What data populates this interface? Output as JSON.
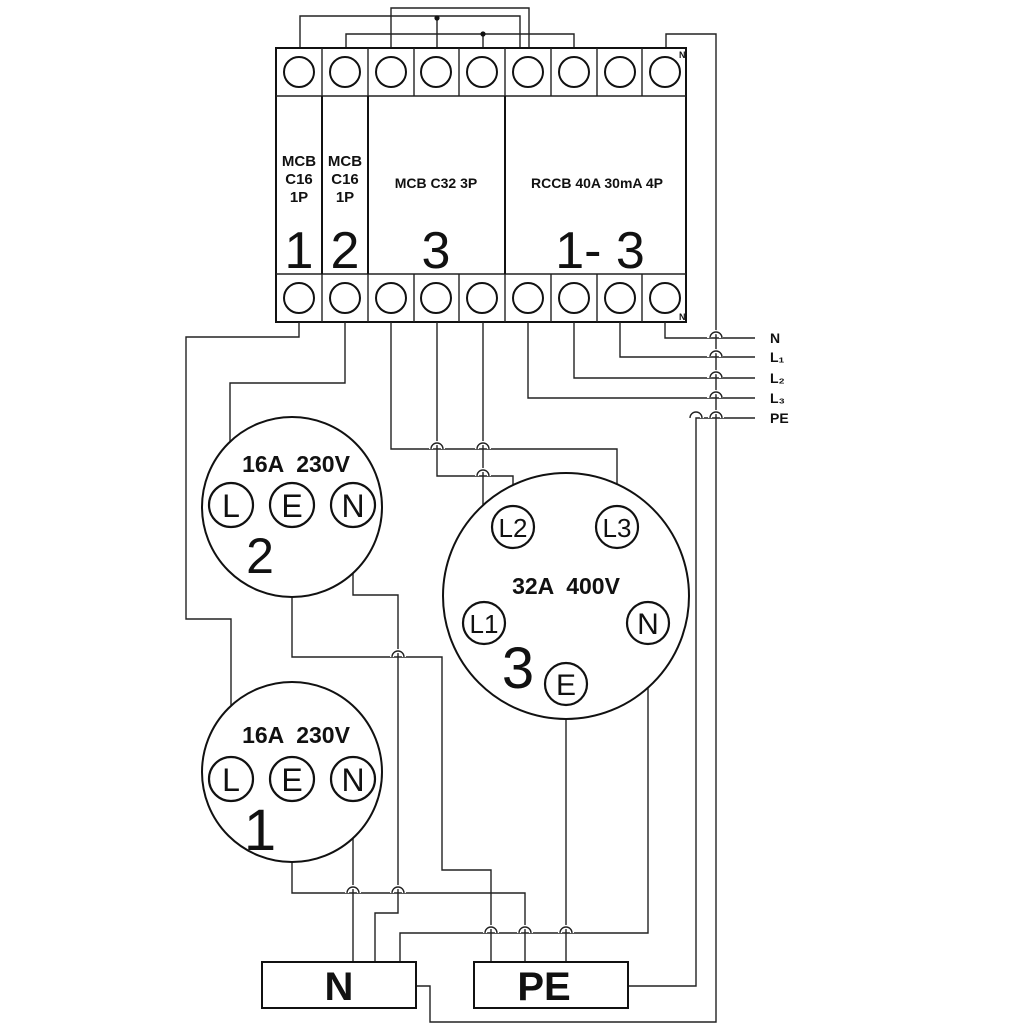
{
  "breakers": {
    "mcb1": {
      "label_lines": [
        "MCB",
        "C16",
        "1P"
      ],
      "number": "1"
    },
    "mcb2": {
      "label_lines": [
        "MCB",
        "C16",
        "1P"
      ],
      "number": "2"
    },
    "mcb3": {
      "label": "MCB C32 3P",
      "number": "3"
    },
    "rccb": {
      "label": "RCCB 40A 30mA 4P",
      "number": "1- 3"
    },
    "n_mark": "N"
  },
  "feed_lines": [
    "N",
    "L₁",
    "L₂",
    "L₃",
    "PE"
  ],
  "socket2": {
    "rating": "16A  230V",
    "number": "2",
    "pins": [
      "L",
      "E",
      "N"
    ]
  },
  "socket1": {
    "rating": "16A  230V",
    "number": "1",
    "pins": [
      "L",
      "E",
      "N"
    ]
  },
  "socket3": {
    "rating": "32A  400V",
    "number": "3",
    "pins": [
      "L2",
      "L3",
      "L1",
      "N",
      "E"
    ]
  },
  "busbars": {
    "n": "N",
    "pe": "PE"
  }
}
